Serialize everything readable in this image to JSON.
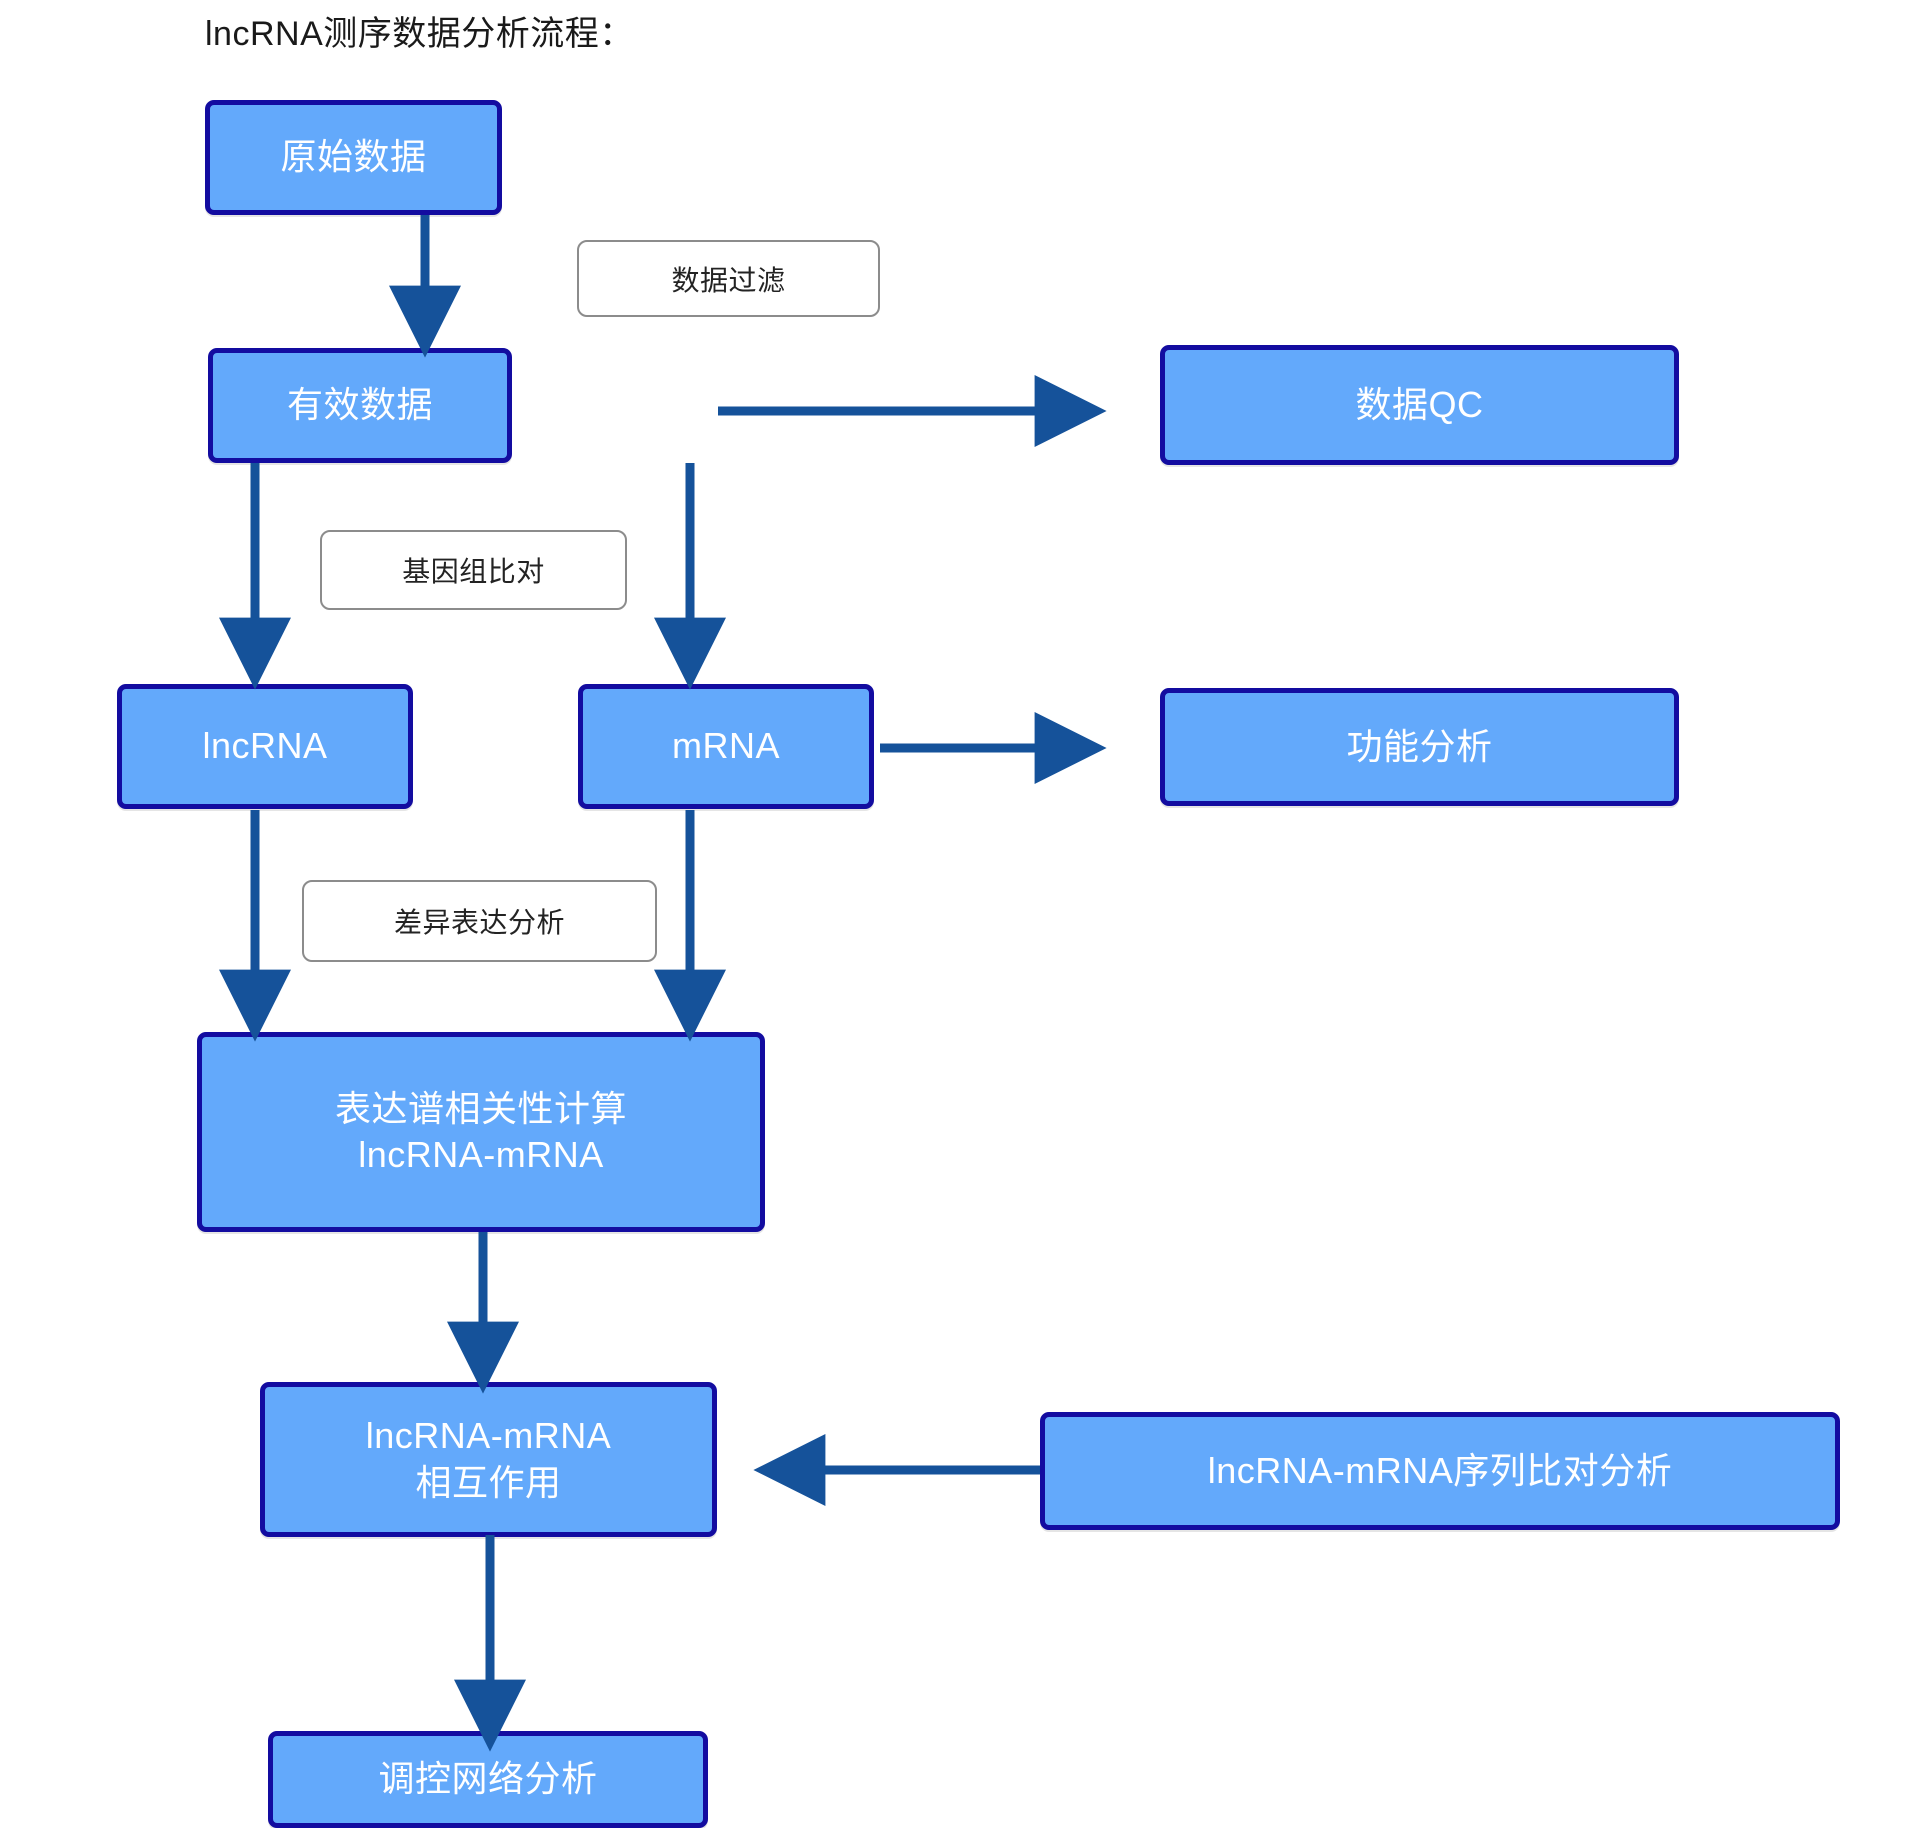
{
  "title": "lncRNA测序数据分析流程：",
  "theme": {
    "node_fill": "#63a9fb",
    "node_border": "#130ca0",
    "node_text": "#ffffff",
    "edge_color": "#15529a",
    "label_fill": "#ffffff",
    "label_border": "#8c8c8c",
    "label_text": "#232323",
    "background": "#ffffff"
  },
  "nodes": {
    "raw_data": "原始数据",
    "valid_data": "有效数据",
    "data_qc": "数据QC",
    "lncrna": "lncRNA",
    "mrna": "mRNA",
    "function_analysis": "功能分析",
    "correlation": "表达谱相关性计算\nlncRNA-mRNA",
    "interaction": "lncRNA-mRNA\n相互作用",
    "seq_alignment": "lncRNA-mRNA序列比对分析",
    "network_analysis": "调控网络分析"
  },
  "edge_labels": {
    "data_filter": "数据过滤",
    "genome_alignment": "基因组比对",
    "diff_expression": "差异表达分析"
  },
  "chart_data": {
    "type": "diagram",
    "title": "lncRNA测序数据分析流程：",
    "nodes": [
      {
        "id": "raw_data",
        "label": "原始数据"
      },
      {
        "id": "valid_data",
        "label": "有效数据"
      },
      {
        "id": "data_qc",
        "label": "数据QC"
      },
      {
        "id": "lncrna",
        "label": "lncRNA"
      },
      {
        "id": "mrna",
        "label": "mRNA"
      },
      {
        "id": "function_analysis",
        "label": "功能分析"
      },
      {
        "id": "correlation",
        "label": "表达谱相关性计算 lncRNA-mRNA"
      },
      {
        "id": "interaction",
        "label": "lncRNA-mRNA 相互作用"
      },
      {
        "id": "seq_alignment",
        "label": "lncRNA-mRNA序列比对分析"
      },
      {
        "id": "network_analysis",
        "label": "调控网络分析"
      }
    ],
    "edges": [
      {
        "from": "raw_data",
        "to": "valid_data",
        "label": "数据过滤"
      },
      {
        "from": "valid_data",
        "to": "data_qc",
        "label": ""
      },
      {
        "from": "valid_data",
        "to": "lncrna",
        "label": "基因组比对"
      },
      {
        "from": "valid_data",
        "to": "mrna",
        "label": ""
      },
      {
        "from": "mrna",
        "to": "function_analysis",
        "label": ""
      },
      {
        "from": "lncrna",
        "to": "correlation",
        "label": "差异表达分析"
      },
      {
        "from": "mrna",
        "to": "correlation",
        "label": ""
      },
      {
        "from": "correlation",
        "to": "interaction",
        "label": ""
      },
      {
        "from": "seq_alignment",
        "to": "interaction",
        "label": ""
      },
      {
        "from": "interaction",
        "to": "network_analysis",
        "label": ""
      }
    ]
  }
}
